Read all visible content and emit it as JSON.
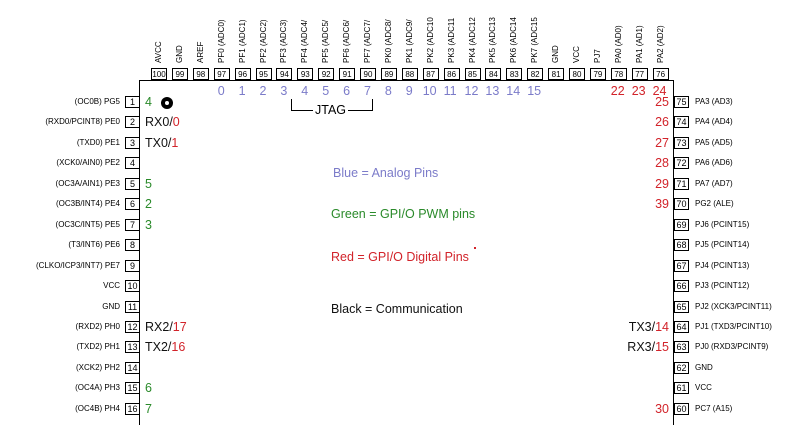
{
  "colors": {
    "blue": "#7b7bc9",
    "green": "#2a8a2a",
    "red": "#d2232a",
    "black": "#111111"
  },
  "left_pins": [
    {
      "num": "1",
      "label": "(OC0B) PG5",
      "ard": [
        {
          "t": "4",
          "c": "green"
        }
      ]
    },
    {
      "num": "2",
      "label": "(RXD0/PCINT8) PE0",
      "ard": [
        {
          "t": "RX0/",
          "c": "black"
        },
        {
          "t": "0",
          "c": "red"
        }
      ]
    },
    {
      "num": "3",
      "label": "(TXD0) PE1",
      "ard": [
        {
          "t": "TX0/",
          "c": "black"
        },
        {
          "t": "1",
          "c": "red"
        }
      ]
    },
    {
      "num": "4",
      "label": "(XCK0/AIN0) PE2",
      "ard": []
    },
    {
      "num": "5",
      "label": "(OC3A/AIN1) PE3",
      "ard": [
        {
          "t": "5",
          "c": "green"
        }
      ]
    },
    {
      "num": "6",
      "label": "(OC3B/INT4) PE4",
      "ard": [
        {
          "t": "2",
          "c": "green"
        }
      ]
    },
    {
      "num": "7",
      "label": "(OC3C/INT5) PE5",
      "ard": [
        {
          "t": "3",
          "c": "green"
        }
      ]
    },
    {
      "num": "8",
      "label": "(T3/INT6) PE6",
      "ard": []
    },
    {
      "num": "9",
      "label": "(CLKO/ICP3/INT7) PE7",
      "ard": []
    },
    {
      "num": "10",
      "label": "VCC",
      "ard": []
    },
    {
      "num": "11",
      "label": "GND",
      "ard": []
    },
    {
      "num": "12",
      "label": "(RXD2) PH0",
      "ard": [
        {
          "t": "RX2/",
          "c": "black"
        },
        {
          "t": "17",
          "c": "red"
        }
      ]
    },
    {
      "num": "13",
      "label": "(TXD2) PH1",
      "ard": [
        {
          "t": "TX2/",
          "c": "black"
        },
        {
          "t": "16",
          "c": "red"
        }
      ]
    },
    {
      "num": "14",
      "label": "(XCK2) PH2",
      "ard": []
    },
    {
      "num": "15",
      "label": "(OC4A) PH3",
      "ard": [
        {
          "t": "6",
          "c": "green"
        }
      ]
    },
    {
      "num": "16",
      "label": "(OC4B) PH4",
      "ard": [
        {
          "t": "7",
          "c": "green"
        }
      ]
    }
  ],
  "right_pins": [
    {
      "num": "75",
      "label": "PA3 (AD3)",
      "ard": [
        {
          "t": "25",
          "c": "red"
        }
      ]
    },
    {
      "num": "74",
      "label": "PA4 (AD4)",
      "ard": [
        {
          "t": "26",
          "c": "red"
        }
      ]
    },
    {
      "num": "73",
      "label": "PA5 (AD5)",
      "ard": [
        {
          "t": "27",
          "c": "red"
        }
      ]
    },
    {
      "num": "72",
      "label": "PA6 (AD6)",
      "ard": [
        {
          "t": "28",
          "c": "red"
        }
      ]
    },
    {
      "num": "71",
      "label": "PA7 (AD7)",
      "ard": [
        {
          "t": "29",
          "c": "red"
        }
      ]
    },
    {
      "num": "70",
      "label": "PG2 (ALE)",
      "ard": [
        {
          "t": "39",
          "c": "red"
        }
      ]
    },
    {
      "num": "69",
      "label": "PJ6 (PCINT15)",
      "ard": []
    },
    {
      "num": "68",
      "label": "PJ5 (PCINT14)",
      "ard": []
    },
    {
      "num": "67",
      "label": "PJ4 (PCINT13)",
      "ard": []
    },
    {
      "num": "66",
      "label": "PJ3 (PCINT12)",
      "ard": []
    },
    {
      "num": "65",
      "label": "PJ2 (XCK3/PCINT11)",
      "ard": []
    },
    {
      "num": "64",
      "label": "PJ1 (TXD3/PCINT10)",
      "ard": [
        {
          "t": "TX3/",
          "c": "black"
        },
        {
          "t": "14",
          "c": "red"
        }
      ]
    },
    {
      "num": "63",
      "label": "PJ0 (RXD3/PCINT9)",
      "ard": [
        {
          "t": "RX3/",
          "c": "black"
        },
        {
          "t": "15",
          "c": "red"
        }
      ]
    },
    {
      "num": "62",
      "label": "GND",
      "ard": []
    },
    {
      "num": "61",
      "label": "VCC",
      "ard": []
    },
    {
      "num": "60",
      "label": "PC7 (A15)",
      "ard": [
        {
          "t": "30",
          "c": "red"
        }
      ]
    }
  ],
  "top_pins": [
    {
      "num": "100",
      "label": "AVCC",
      "ard": "",
      "c": "blue"
    },
    {
      "num": "99",
      "label": "GND",
      "ard": "",
      "c": "blue"
    },
    {
      "num": "98",
      "label": "AREF",
      "ard": "",
      "c": "blue"
    },
    {
      "num": "97",
      "label": "PF0 (ADC0)",
      "ard": "0",
      "c": "blue"
    },
    {
      "num": "96",
      "label": "PF1 (ADC1)",
      "ard": "1",
      "c": "blue"
    },
    {
      "num": "95",
      "label": "PF2 (ADC2)",
      "ard": "2",
      "c": "blue"
    },
    {
      "num": "94",
      "label": "PF3 (ADC3)",
      "ard": "3",
      "c": "blue"
    },
    {
      "num": "93",
      "label": "PF4 (ADC4/",
      "ard": "4",
      "c": "blue"
    },
    {
      "num": "92",
      "label": "PF5 (ADC5/",
      "ard": "5",
      "c": "blue"
    },
    {
      "num": "91",
      "label": "PF6 (ADC6/",
      "ard": "6",
      "c": "blue"
    },
    {
      "num": "90",
      "label": "PF7 (ADC7/",
      "ard": "7",
      "c": "blue"
    },
    {
      "num": "89",
      "label": "PK0 (ADC8/",
      "ard": "8",
      "c": "blue"
    },
    {
      "num": "88",
      "label": "PK1 (ADC9/",
      "ard": "9",
      "c": "blue"
    },
    {
      "num": "87",
      "label": "PK2 (ADC10",
      "ard": "10",
      "c": "blue"
    },
    {
      "num": "86",
      "label": "PK3 (ADC11",
      "ard": "11",
      "c": "blue"
    },
    {
      "num": "85",
      "label": "PK4 (ADC12",
      "ard": "12",
      "c": "blue"
    },
    {
      "num": "84",
      "label": "PK5 (ADC13",
      "ard": "13",
      "c": "blue"
    },
    {
      "num": "83",
      "label": "PK6 (ADC14",
      "ard": "14",
      "c": "blue"
    },
    {
      "num": "82",
      "label": "PK7 (ADC15",
      "ard": "15",
      "c": "blue"
    },
    {
      "num": "81",
      "label": "GND",
      "ard": "",
      "c": "blue"
    },
    {
      "num": "80",
      "label": "VCC",
      "ard": "",
      "c": "blue"
    },
    {
      "num": "79",
      "label": "PJ7",
      "ard": "",
      "c": "blue"
    },
    {
      "num": "78",
      "label": "PA0 (AD0)",
      "ard": "22",
      "c": "red"
    },
    {
      "num": "77",
      "label": "PA1 (AD1)",
      "ard": "23",
      "c": "red"
    },
    {
      "num": "76",
      "label": "PA2 (AD2)",
      "ard": "24",
      "c": "red"
    }
  ],
  "jtag_label": "JTAG",
  "legend": [
    {
      "text": "Blue = Analog Pins",
      "c": "blue"
    },
    {
      "text": "Green = GPI/O PWM pins",
      "c": "green"
    },
    {
      "text": "Red = GPI/O Digital Pins",
      "c": "red"
    },
    {
      "text": "Black = Communication",
      "c": "black"
    }
  ]
}
